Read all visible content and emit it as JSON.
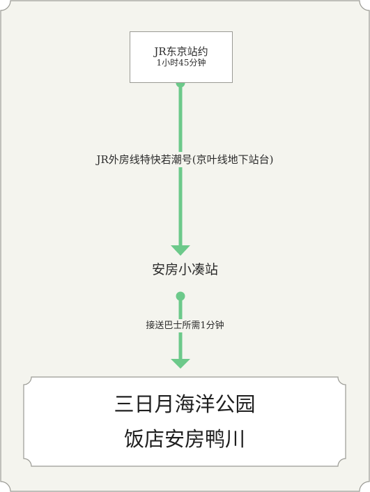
{
  "colors": {
    "background": "#f4f4ee",
    "border": "#9a9a94",
    "connector": "#6cc98a",
    "text": "#2b2b2b"
  },
  "start": {
    "title": "JR东京站约",
    "duration": "1小时45分钟"
  },
  "train": {
    "label": "JR外房线特快若潮号(京叶线地下站台)"
  },
  "station": {
    "name": "安房小凑站"
  },
  "shuttle": {
    "label": "接送巴士所需1分钟"
  },
  "destination": {
    "line1": "三日月海洋公园",
    "line2": "饭店安房鸭川"
  }
}
